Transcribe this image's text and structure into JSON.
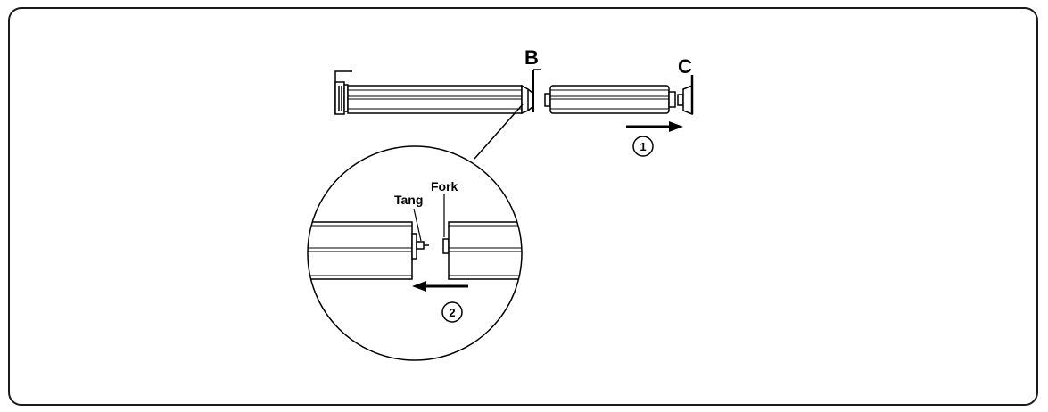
{
  "labels": {
    "b": "B",
    "c": "C",
    "tang": "Tang",
    "fork": "Fork",
    "step1": "1",
    "step2": "2"
  },
  "colors": {
    "stroke": "#000000",
    "frame": "#1a1a1a",
    "tube_fill": "#ffffff",
    "tube_shade": "#cfcfcf",
    "background": "#ffffff"
  }
}
